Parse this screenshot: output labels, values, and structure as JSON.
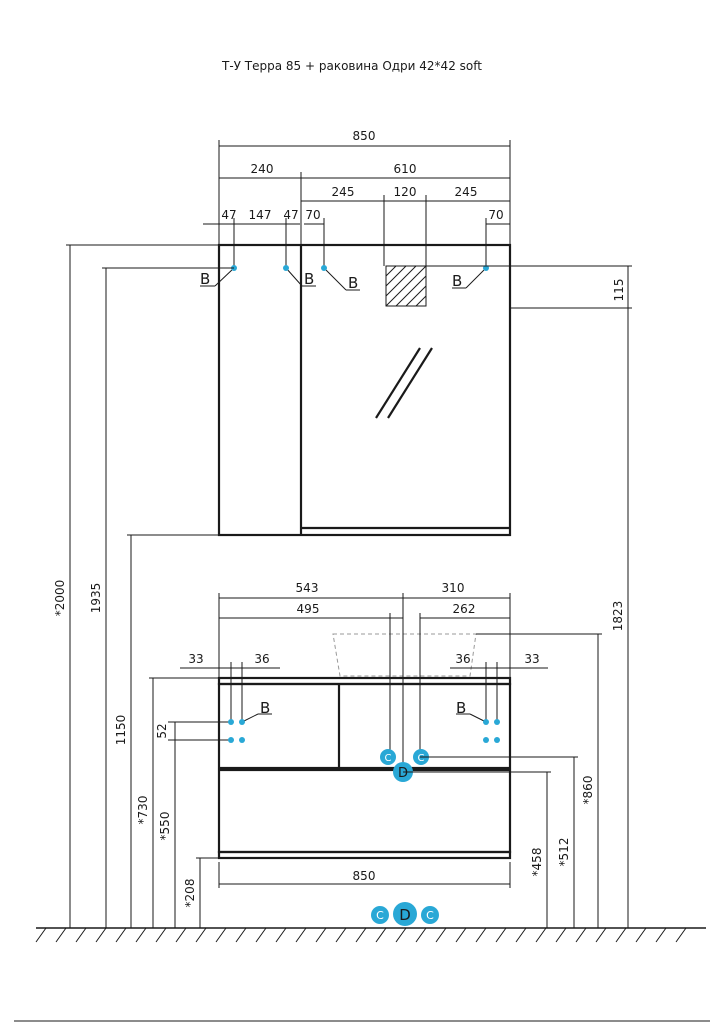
{
  "title": "Т-У Терра 85 + раковина Одри 42*42 soft",
  "colors": {
    "line": "#1a1a1a",
    "accent": "#29a8d6",
    "dashed": "#999999"
  },
  "top_dims": {
    "overall": "850",
    "left_panel": "240",
    "right_panel": "610",
    "seg_left": "245",
    "seg_mid": "120",
    "seg_right": "245",
    "off_47_a": "47",
    "off_147": "147",
    "off_47_b": "47",
    "off_70_a": "70",
    "off_70_b": "70",
    "socket_h": "115"
  },
  "lower_dims": {
    "left_543": "543",
    "left_495": "495",
    "right_310": "310",
    "right_262": "262",
    "left_33": "33",
    "left_36": "36",
    "right_36": "36",
    "right_33": "33",
    "pitch_52": "52",
    "bottom_width": "850"
  },
  "height_dims": {
    "h2000": "*2000",
    "h1935": "1935",
    "h1150": "1150",
    "h730": "*730",
    "h550": "*550",
    "h208": "*208",
    "h1823": "1823",
    "h860": "*860",
    "h512": "*512",
    "h458": "*458"
  },
  "markers": {
    "b": "B",
    "c": "C",
    "d": "D"
  }
}
